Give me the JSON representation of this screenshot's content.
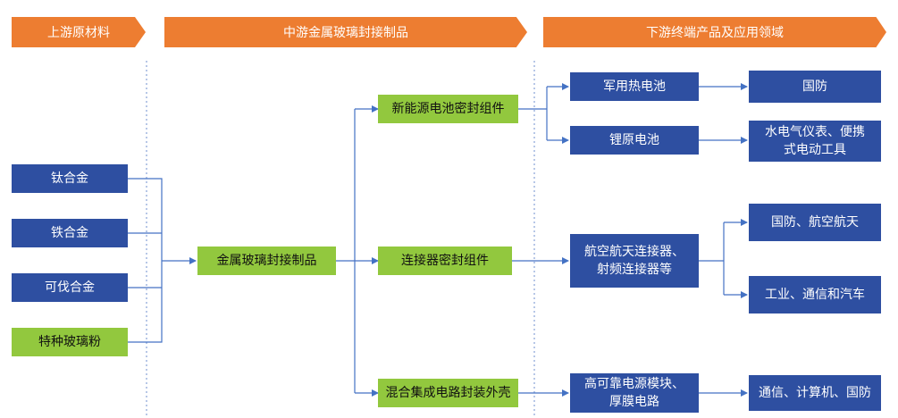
{
  "headers": {
    "upstream": "上游原材料",
    "midstream": "中游金属玻璃封接制品",
    "downstream": "下游终端产品及应用领域"
  },
  "upstream": {
    "titanium": "钛合金",
    "iron": "铁合金",
    "kovar": "可伐合金",
    "glass": "特种玻璃粉"
  },
  "midstream": {
    "main": "金属玻璃封接制品",
    "battery": "新能源电池密封组件",
    "connector": "连接器密封组件",
    "ic": "混合集成电路封装外壳"
  },
  "products": {
    "thermal": "军用热电池",
    "lithium": "锂原电池",
    "connectors_line1": "航空航天连接器、",
    "connectors_line2": "射频连接器等",
    "power_line1": "高可靠电源模块、",
    "power_line2": "厚膜电路"
  },
  "applications": {
    "defense": "国防",
    "hydro_line1": "水电气仪表、便携",
    "hydro_line2": "式电动工具",
    "aero": "国防、航空航天",
    "industry": "工业、通信和汽车",
    "comm": "通信、计算机、国防"
  },
  "colors": {
    "header": "#ED7D31",
    "blue_box": "#2E4FA1",
    "green_box": "#92C83E",
    "connector_line": "#4472C4"
  }
}
